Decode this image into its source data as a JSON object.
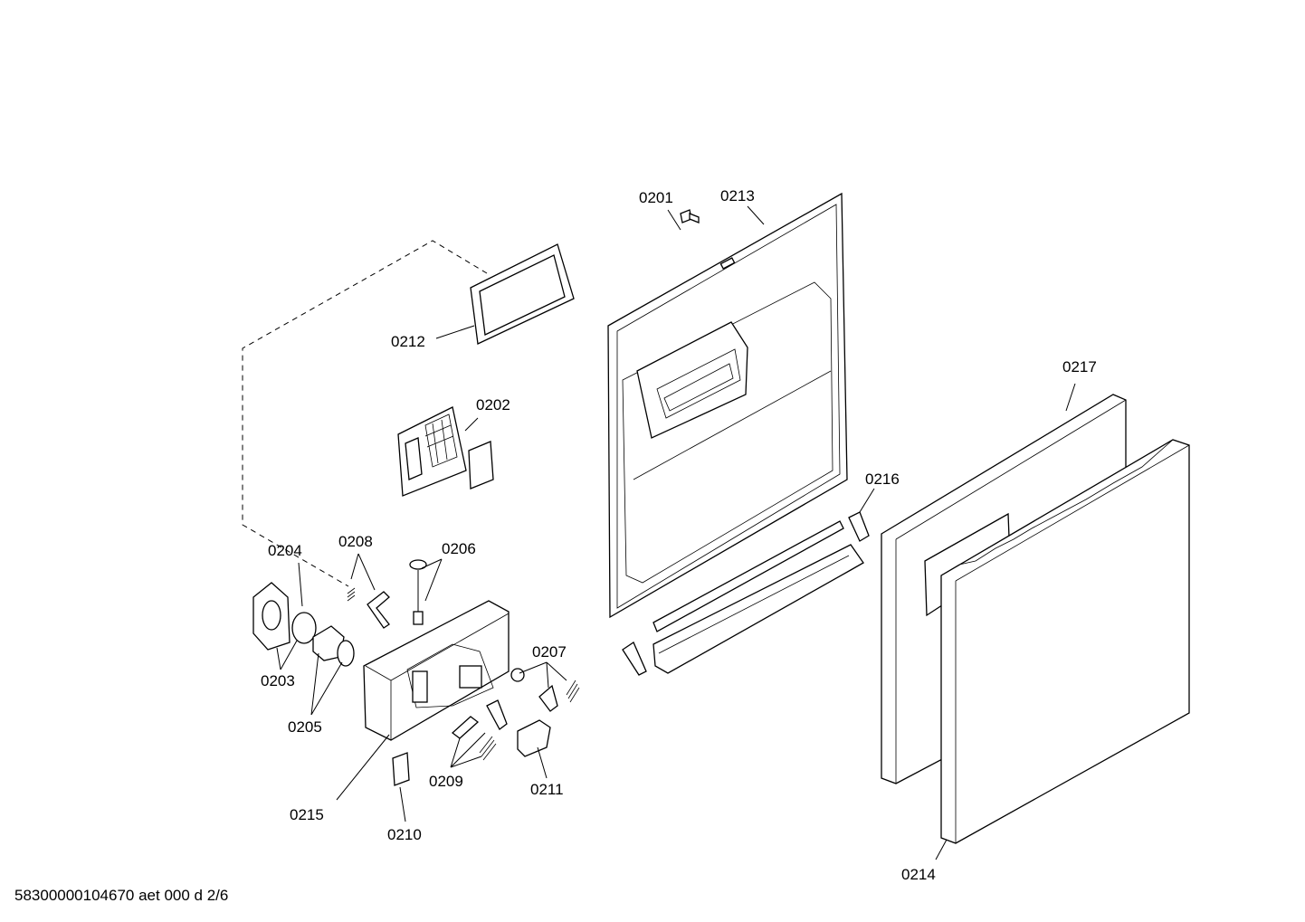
{
  "footer": "58300000104670 aet 000 d 2/6",
  "labels": {
    "p0201": "0201",
    "p0202": "0202",
    "p0203": "0203",
    "p0204": "0204",
    "p0205": "0205",
    "p0206": "0206",
    "p0207": "0207",
    "p0208": "0208",
    "p0209": "0209",
    "p0210": "0210",
    "p0211": "0211",
    "p0212": "0212",
    "p0213": "0213",
    "p0214": "0214",
    "p0215": "0215",
    "p0216": "0216",
    "p0217": "0217"
  }
}
